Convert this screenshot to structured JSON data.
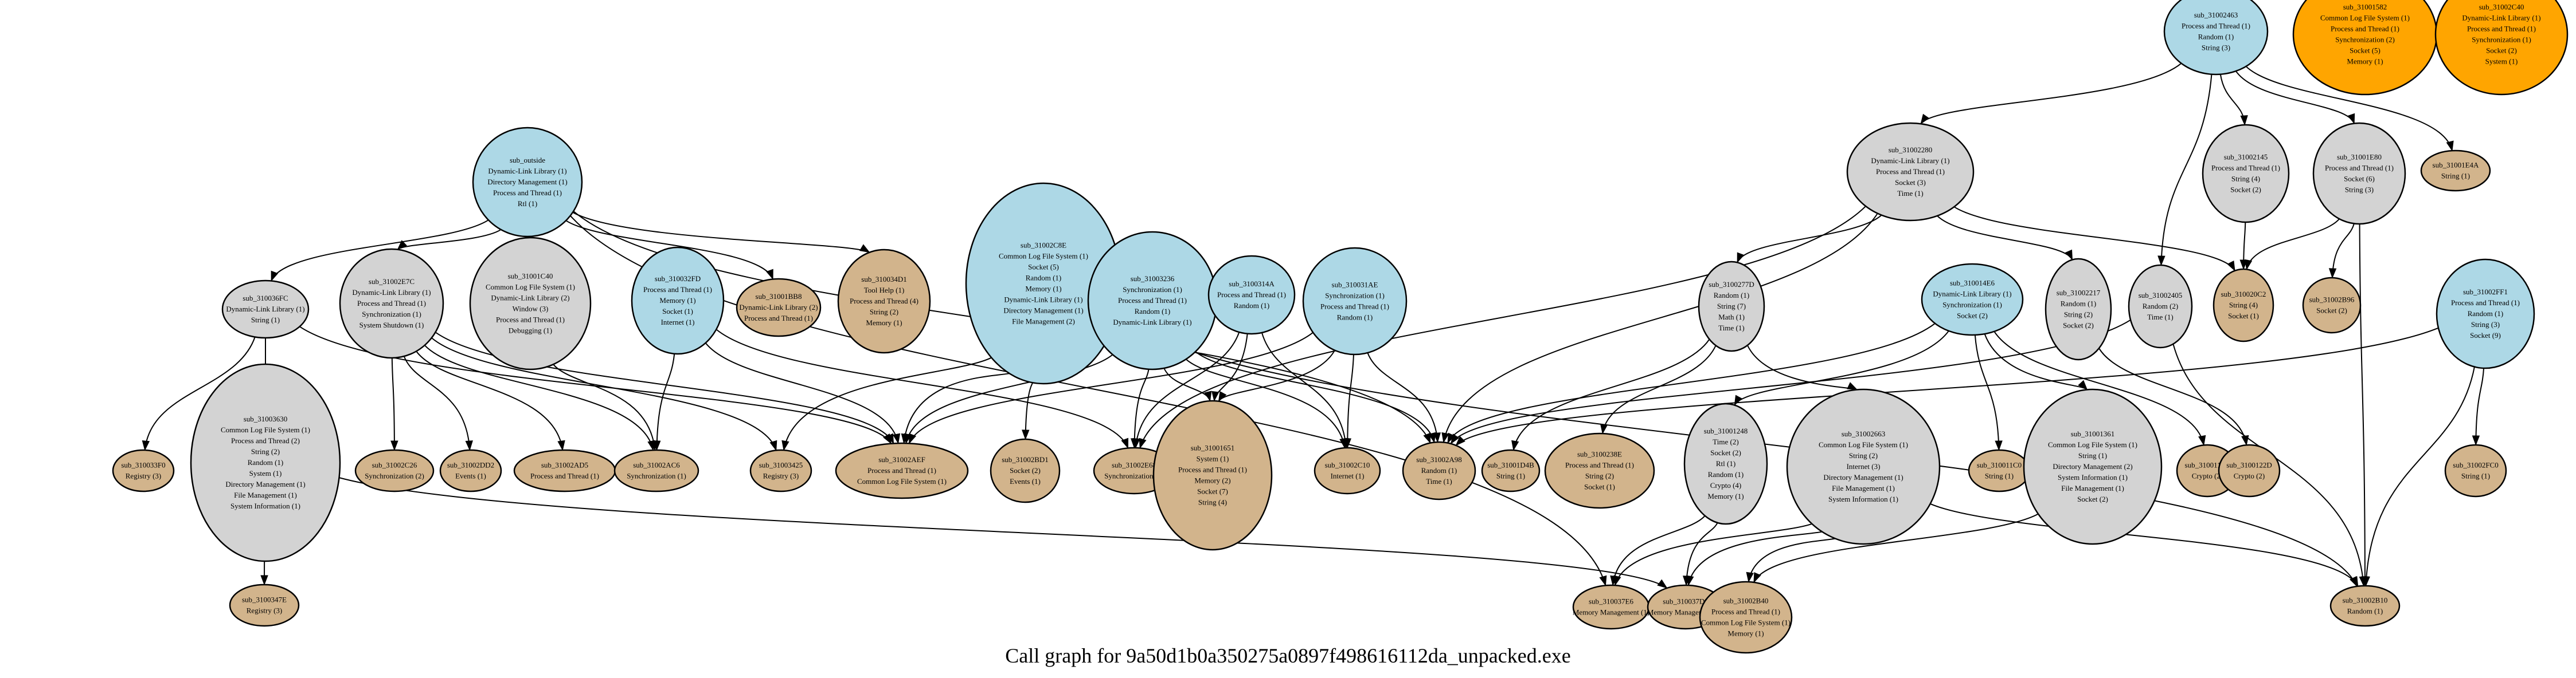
{
  "graph": {
    "title": "Call graph for 9a50d1b0a350275a0897f498616112da_unpacked.exe",
    "colors": {
      "entry": "#add8e6",
      "internal": "#d3d3d3",
      "leaf": "#d2b48c",
      "isolated": "#ffa500"
    },
    "nodes": [
      {
        "id": "sub_outside",
        "kind": "entry",
        "lines": [
          "Dynamic-Link Library (1)",
          "Directory Management (1)",
          "Process and Thread (1)",
          "Rtl (1)"
        ]
      },
      {
        "id": "sub_31002463",
        "kind": "entry",
        "lines": [
          "Process and Thread (1)",
          "Random (1)",
          "String (3)"
        ]
      },
      {
        "id": "sub_31001582",
        "kind": "isolated",
        "lines": [
          "Common Log File System (1)",
          "Process and Thread (1)",
          "Synchronization (2)",
          "Socket (5)",
          "Memory (1)"
        ]
      },
      {
        "id": "sub_31002C40",
        "kind": "isolated",
        "lines": [
          "Dynamic-Link Library (1)",
          "Process and Thread (1)",
          "Synchronization (1)",
          "Socket (2)",
          "System (1)"
        ]
      },
      {
        "id": "sub_31002280",
        "kind": "internal",
        "lines": [
          "Dynamic-Link Library (1)",
          "Process and Thread (1)",
          "Socket (3)",
          "Time (1)"
        ]
      },
      {
        "id": "sub_31002145",
        "kind": "internal",
        "lines": [
          "Process and Thread (1)",
          "String (4)",
          "Socket (2)"
        ]
      },
      {
        "id": "sub_31001E80",
        "kind": "internal",
        "lines": [
          "Process and Thread (1)",
          "Socket (6)",
          "String (3)"
        ]
      },
      {
        "id": "sub_31001E4A",
        "kind": "leaf",
        "lines": [
          "String (1)"
        ]
      },
      {
        "id": "sub_310036FC",
        "kind": "internal",
        "lines": [
          "Dynamic-Link Library (1)",
          "String (1)"
        ]
      },
      {
        "id": "sub_31002E7C",
        "kind": "internal",
        "lines": [
          "Dynamic-Link Library (1)",
          "Process and Thread (1)",
          "Synchronization (1)",
          "System Shutdown (1)"
        ]
      },
      {
        "id": "sub_31001C40",
        "kind": "internal",
        "lines": [
          "Common Log File System (1)",
          "Dynamic-Link Library (2)",
          "Window (3)",
          "Process and Thread (1)",
          "Debugging (1)"
        ]
      },
      {
        "id": "sub_310032FD",
        "kind": "entry",
        "lines": [
          "Process and Thread (1)",
          "Memory (1)",
          "Socket (1)",
          "Internet (1)"
        ]
      },
      {
        "id": "sub_31001BB8",
        "kind": "leaf",
        "lines": [
          "Dynamic-Link Library (2)",
          "Process and Thread (1)"
        ]
      },
      {
        "id": "sub_310034D1",
        "kind": "leaf",
        "lines": [
          "Tool Help (1)",
          "Process and Thread (4)",
          "String (2)",
          "Memory (1)"
        ]
      },
      {
        "id": "sub_31002C8E",
        "kind": "entry",
        "lines": [
          "Common Log File System (1)",
          "Socket (5)",
          "Random (1)",
          "Memory (1)",
          "Dynamic-Link Library (1)",
          "Directory Management (1)",
          "File Management (2)"
        ]
      },
      {
        "id": "sub_31003236",
        "kind": "entry",
        "lines": [
          "Synchronization (1)",
          "Process and Thread (1)",
          "Random (1)",
          "Dynamic-Link Library (1)"
        ]
      },
      {
        "id": "sub_3100314A",
        "kind": "entry",
        "lines": [
          "Process and Thread (1)",
          "Random (1)"
        ]
      },
      {
        "id": "sub_310031AE",
        "kind": "entry",
        "lines": [
          "Synchronization (1)",
          "Process and Thread (1)",
          "Random (1)"
        ]
      },
      {
        "id": "sub_3100277D",
        "kind": "internal",
        "lines": [
          "Random (1)",
          "String (7)",
          "Math (1)",
          "Time (1)"
        ]
      },
      {
        "id": "sub_310014E6",
        "kind": "entry",
        "lines": [
          "Dynamic-Link Library (1)",
          "Synchronization (1)",
          "Socket (2)"
        ]
      },
      {
        "id": "sub_31002217",
        "kind": "internal",
        "lines": [
          "Random (1)",
          "String (2)",
          "Socket (2)"
        ]
      },
      {
        "id": "sub_31002405",
        "kind": "internal",
        "lines": [
          "Random (2)",
          "Time (1)"
        ]
      },
      {
        "id": "sub_310020C2",
        "kind": "leaf",
        "lines": [
          "String (4)",
          "Socket (1)"
        ]
      },
      {
        "id": "sub_31002B96",
        "kind": "leaf",
        "lines": [
          "Socket (2)"
        ]
      },
      {
        "id": "sub_31002FF1",
        "kind": "entry",
        "lines": [
          "Process and Thread (1)",
          "Random (1)",
          "String (3)",
          "Socket (9)"
        ]
      },
      {
        "id": "sub_310033F0",
        "kind": "leaf",
        "lines": [
          "Registry (3)"
        ]
      },
      {
        "id": "sub_31003630",
        "kind": "internal",
        "lines": [
          "Common Log File System (1)",
          "Process and Thread (2)",
          "String (2)",
          "Random (1)",
          "System (1)",
          "Directory Management (1)",
          "File Management (1)",
          "System Information (1)"
        ]
      },
      {
        "id": "sub_31002C26",
        "kind": "leaf",
        "lines": [
          "Synchronization (2)"
        ]
      },
      {
        "id": "sub_31002DD2",
        "kind": "leaf",
        "lines": [
          "Events (1)"
        ]
      },
      {
        "id": "sub_31002AD5",
        "kind": "leaf",
        "lines": [
          "Process and Thread (1)"
        ]
      },
      {
        "id": "sub_31002AC6",
        "kind": "leaf",
        "lines": [
          "Synchronization (1)"
        ]
      },
      {
        "id": "sub_31003425",
        "kind": "leaf",
        "lines": [
          "Registry (3)"
        ]
      },
      {
        "id": "sub_31002AEF",
        "kind": "leaf",
        "lines": [
          "Process and Thread (1)",
          "Common Log File System (1)"
        ]
      },
      {
        "id": "sub_31002BD1",
        "kind": "leaf",
        "lines": [
          "Socket (2)",
          "Events (1)"
        ]
      },
      {
        "id": "sub_31002E68",
        "kind": "leaf",
        "lines": [
          "Synchronization (1)"
        ]
      },
      {
        "id": "sub_31001651",
        "kind": "leaf",
        "lines": [
          "System (1)",
          "Process and Thread (1)",
          "Memory (2)",
          "Socket (7)",
          "String (4)"
        ]
      },
      {
        "id": "sub_31002C10",
        "kind": "leaf",
        "lines": [
          "Internet (1)"
        ]
      },
      {
        "id": "sub_31002A98",
        "kind": "leaf",
        "lines": [
          "Random (1)",
          "Time (1)"
        ]
      },
      {
        "id": "sub_31001D4B",
        "kind": "leaf",
        "lines": [
          "String (1)"
        ]
      },
      {
        "id": "sub_3100238E",
        "kind": "leaf",
        "lines": [
          "Process and Thread (1)",
          "String (2)",
          "Socket (1)"
        ]
      },
      {
        "id": "sub_31001248",
        "kind": "internal",
        "lines": [
          "Time (2)",
          "Socket (2)",
          "Rtl (1)",
          "Random (1)",
          "Crypto (4)",
          "Memory (1)"
        ]
      },
      {
        "id": "sub_31002663",
        "kind": "internal",
        "lines": [
          "Common Log File System (1)",
          "String (2)",
          "Internet (3)",
          "Directory Management (1)",
          "File Management (1)",
          "System Information (1)"
        ]
      },
      {
        "id": "sub_310011C0",
        "kind": "leaf",
        "lines": [
          "String (1)"
        ]
      },
      {
        "id": "sub_31001361",
        "kind": "internal",
        "lines": [
          "Common Log File System (1)",
          "String (1)",
          "Directory Management (2)",
          "System Information (1)",
          "File Management (1)",
          "Socket (2)"
        ]
      },
      {
        "id": "sub_310011D9",
        "kind": "leaf",
        "lines": [
          "Crypto (2)"
        ]
      },
      {
        "id": "sub_3100122D",
        "kind": "leaf",
        "lines": [
          "Crypto (2)"
        ]
      },
      {
        "id": "sub_31002FC0",
        "kind": "leaf",
        "lines": [
          "String (1)"
        ]
      },
      {
        "id": "sub_3100347E",
        "kind": "leaf",
        "lines": [
          "Registry (3)"
        ]
      },
      {
        "id": "sub_310037E6",
        "kind": "leaf",
        "lines": [
          "Memory Management (1)"
        ]
      },
      {
        "id": "sub_310037D2",
        "kind": "leaf",
        "lines": [
          "Memory Management (1)"
        ]
      },
      {
        "id": "sub_31002B40",
        "kind": "leaf",
        "lines": [
          "Process and Thread (1)",
          "Common Log File System (1)",
          "Memory (1)"
        ]
      },
      {
        "id": "sub_31002B10",
        "kind": "leaf",
        "lines": [
          "Random (1)"
        ]
      }
    ],
    "edges": [
      [
        "sub_outside",
        "sub_310036FC"
      ],
      [
        "sub_outside",
        "sub_31002E7C"
      ],
      [
        "sub_outside",
        "sub_31001C40"
      ],
      [
        "sub_outside",
        "sub_31001BB8"
      ],
      [
        "sub_outside",
        "sub_310034D1"
      ],
      [
        "sub_outside",
        "sub_31002A98"
      ],
      [
        "sub_outside",
        "sub_310037E6"
      ],
      [
        "sub_31002463",
        "sub_31002280"
      ],
      [
        "sub_31002463",
        "sub_31002145"
      ],
      [
        "sub_31002463",
        "sub_31001E80"
      ],
      [
        "sub_31002463",
        "sub_31001E4A"
      ],
      [
        "sub_31002463",
        "sub_31002405"
      ],
      [
        "sub_31002280",
        "sub_3100277D"
      ],
      [
        "sub_31002280",
        "sub_31002217"
      ],
      [
        "sub_31002280",
        "sub_310020C2"
      ],
      [
        "sub_31002280",
        "sub_31002E68"
      ],
      [
        "sub_31002280",
        "sub_31002A98"
      ],
      [
        "sub_31002145",
        "sub_310020C2"
      ],
      [
        "sub_31001E80",
        "sub_310020C2"
      ],
      [
        "sub_31001E80",
        "sub_31002B96"
      ],
      [
        "sub_31001E80",
        "sub_31002B10"
      ],
      [
        "sub_310036FC",
        "sub_310033F0"
      ],
      [
        "sub_310036FC",
        "sub_31003630"
      ],
      [
        "sub_310036FC",
        "sub_31002AEF"
      ],
      [
        "sub_31003630",
        "sub_3100347E"
      ],
      [
        "sub_31003630",
        "sub_310037D2"
      ],
      [
        "sub_31002E7C",
        "sub_31002C26"
      ],
      [
        "sub_31002E7C",
        "sub_31002DD2"
      ],
      [
        "sub_31002E7C",
        "sub_31002AD5"
      ],
      [
        "sub_31002E7C",
        "sub_31002AC6"
      ],
      [
        "sub_31002E7C",
        "sub_31003425"
      ],
      [
        "sub_31002E7C",
        "sub_31002AEF"
      ],
      [
        "sub_31001C40",
        "sub_31002AC6"
      ],
      [
        "sub_310032FD",
        "sub_31002AEF"
      ],
      [
        "sub_310032FD",
        "sub_31002E68"
      ],
      [
        "sub_310032FD",
        "sub_31002AC6"
      ],
      [
        "sub_31002C8E",
        "sub_31002AEF"
      ],
      [
        "sub_31002C8E",
        "sub_31003425"
      ],
      [
        "sub_31002C8E",
        "sub_31002BD1"
      ],
      [
        "sub_31002C8E",
        "sub_31002B10"
      ],
      [
        "sub_31003236",
        "sub_31002AEF"
      ],
      [
        "sub_31003236",
        "sub_31002E68"
      ],
      [
        "sub_31003236",
        "sub_31001651"
      ],
      [
        "sub_31003236",
        "sub_31002C10"
      ],
      [
        "sub_31003236",
        "sub_31002A98"
      ],
      [
        "sub_3100314A",
        "sub_31001651"
      ],
      [
        "sub_3100314A",
        "sub_31002C10"
      ],
      [
        "sub_3100314A",
        "sub_31002E68"
      ],
      [
        "sub_310031AE",
        "sub_31002AEF"
      ],
      [
        "sub_310031AE",
        "sub_31001651"
      ],
      [
        "sub_310031AE",
        "sub_31002C10"
      ],
      [
        "sub_310031AE",
        "sub_31002A98"
      ],
      [
        "sub_3100277D",
        "sub_31001D4B"
      ],
      [
        "sub_3100277D",
        "sub_3100238E"
      ],
      [
        "sub_3100277D",
        "sub_31002663"
      ],
      [
        "sub_310014E6",
        "sub_31001248"
      ],
      [
        "sub_310014E6",
        "sub_310011C0"
      ],
      [
        "sub_310014E6",
        "sub_31001361"
      ],
      [
        "sub_310014E6",
        "sub_310011D9"
      ],
      [
        "sub_310014E6",
        "sub_31002A98"
      ],
      [
        "sub_31002217",
        "sub_3100122D"
      ],
      [
        "sub_31002405",
        "sub_31002A98"
      ],
      [
        "sub_31002405",
        "sub_31002B10"
      ],
      [
        "sub_31002FF1",
        "sub_31002FC0"
      ],
      [
        "sub_31002FF1",
        "sub_31002A98"
      ],
      [
        "sub_31002FF1",
        "sub_31002B10"
      ],
      [
        "sub_31001248",
        "sub_310037E6"
      ],
      [
        "sub_31001248",
        "sub_310037D2"
      ],
      [
        "sub_31002663",
        "sub_310037E6"
      ],
      [
        "sub_31002663",
        "sub_310037D2"
      ],
      [
        "sub_31002663",
        "sub_31002B40"
      ],
      [
        "sub_31002663",
        "sub_31002B10"
      ],
      [
        "sub_31001361",
        "sub_31002B40"
      ]
    ]
  }
}
